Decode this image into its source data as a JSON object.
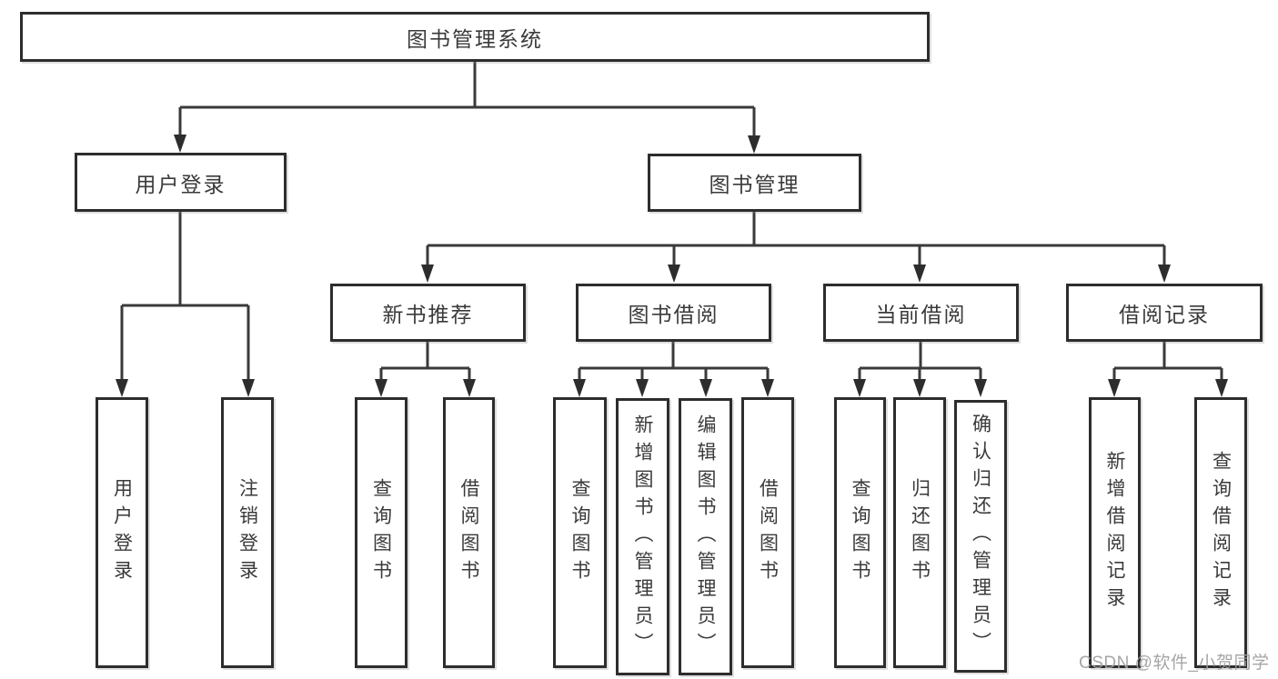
{
  "title": "图书管理系统",
  "watermark": "CSDN @软件_小贺同学",
  "colors": {
    "line": "#3a3a3a",
    "border": "#2d2d2d",
    "text": "#3a3a3a",
    "background": "#ffffff",
    "watermark": "#9e9e9e"
  },
  "tree": {
    "root": "图书管理系统",
    "branches": [
      {
        "label": "用户登录",
        "children": [
          "用户登录",
          "注销登录"
        ]
      },
      {
        "label": "图书管理",
        "children": [
          {
            "label": "新书推荐",
            "children": [
              "查询图书",
              "借阅图书"
            ]
          },
          {
            "label": "图书借阅",
            "children": [
              "查询图书",
              "新增图书（管理员）",
              "编辑图书（管理员）",
              "借阅图书"
            ]
          },
          {
            "label": "当前借阅",
            "children": [
              "查询图书",
              "归还图书",
              "确认归还（管理员）"
            ]
          },
          {
            "label": "借阅记录",
            "children": [
              "新增借阅记录",
              "查询借阅记录"
            ]
          }
        ]
      }
    ]
  }
}
